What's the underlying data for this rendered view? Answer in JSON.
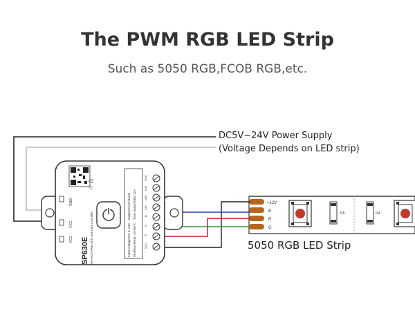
{
  "header": {
    "title": "The PWM RGB LED Strip",
    "subtitle": "Such as 5050 RGB,FCOB RGB,etc."
  },
  "power_supply": {
    "line1": "DC5V~24V Power Supply",
    "line2": "(Voltage Depends on LED strip)"
  },
  "controller": {
    "model": "SP630E",
    "description": "SPI+6CH PWM All in One LED Controller",
    "left_pins": [
      "GND",
      "VCC",
      "VCC"
    ],
    "spec_lines": [
      "Input Voltage:DC 5~24V",
      "Working Temp:-10~60°C",
      "Output:6A/Channel",
      "Total Output:Max 12A"
    ],
    "terminal_labels": [
      "GND",
      "DAT",
      "WW",
      "CW",
      "B",
      "G",
      "R",
      "VCC"
    ]
  },
  "strip": {
    "label": "5050 RGB LED Strip",
    "pads": [
      "+12V",
      "B",
      "R",
      "G"
    ],
    "resistors": [
      "R5",
      "R4"
    ]
  },
  "colors": {
    "wire_black": "#222222",
    "wire_grey": "#bbbbbb",
    "wire_blue": "#2244aa",
    "wire_green": "#2a9a3a",
    "wire_red": "#b02020",
    "pad_copper": "#b5651d",
    "led_red": "#c0392b"
  }
}
